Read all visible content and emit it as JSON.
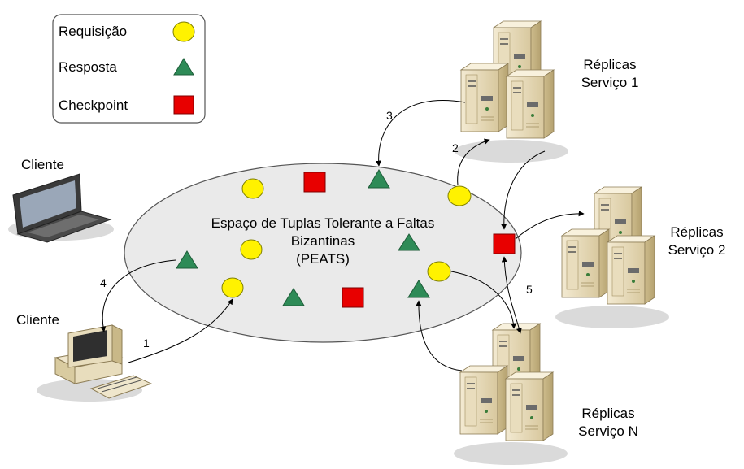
{
  "legend": {
    "items": [
      {
        "label": "Requisição",
        "shape": "circle",
        "color": "#FFF200"
      },
      {
        "label": "Resposta",
        "shape": "triangle",
        "color": "#2E8B57"
      },
      {
        "label": "Checkpoint",
        "shape": "square",
        "color": "#E80000"
      }
    ]
  },
  "space": {
    "line1": "Espaço de Tuplas Tolerante a Faltas",
    "line2": "Bizantinas",
    "line3": "(PEATS)"
  },
  "clients": {
    "top": "Cliente",
    "bottom": "Cliente"
  },
  "replicas": {
    "r1": {
      "line1": "Réplicas",
      "line2": "Serviço 1"
    },
    "r2": {
      "line1": "Réplicas",
      "line2": "Serviço 2"
    },
    "rn": {
      "line1": "Réplicas",
      "line2": "Serviço N"
    }
  },
  "steps": {
    "s1": "1",
    "s2": "2",
    "s3": "3",
    "s4": "4",
    "s5": "5"
  },
  "icons": [
    "laptop-icon",
    "desktop-computer-icon",
    "server-icon"
  ],
  "colors": {
    "ellipse_fill": "#EAEAEA",
    "server_beige": "#E6D9B8",
    "circle": "#FFF200",
    "triangle": "#2E8B57",
    "square": "#E80000"
  }
}
